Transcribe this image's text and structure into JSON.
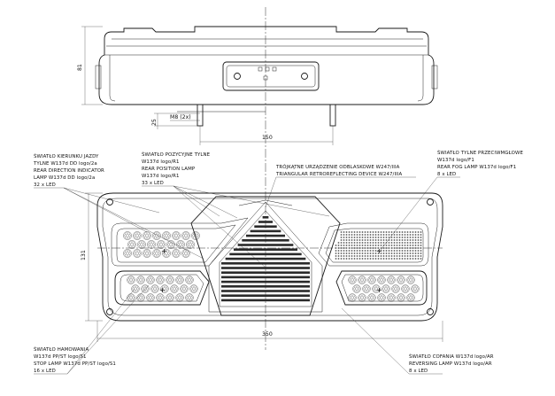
{
  "top_view": {
    "height_dim": "81",
    "connector_dim": "25",
    "thread_label": "M8 (2x)",
    "stud_spacing_dim": "150"
  },
  "front_view": {
    "height_dim": "131",
    "width_dim": "350"
  },
  "callouts": {
    "indicator": {
      "line1": "ŚWIATŁO KIERUNKU JAZDY",
      "line2": "TYLNE W137d DD logo/2a",
      "line3": "REAR DIRECTION INDICATOR",
      "line4": "LAMP W137d DD logo/2a",
      "line5": "32 x LED"
    },
    "position": {
      "line1": "ŚWIATŁO POZYCYJNE TYLNE",
      "line2": "W137d logo/R1",
      "line3": "REAR POSITION LAMP",
      "line4": "W137d logo/R1",
      "line5": "33 x LED"
    },
    "reflector": {
      "line1": "TRÓJKĄTNE URZĄDZENIE ODBLASKOWE W247/IIIA",
      "line2": "TRIANGULAR RETROREFLECTING DEVICE W247/IIIA"
    },
    "fog": {
      "line1": "ŚWIATŁO TYLNE PRZECIWMGŁOWE",
      "line2": "W137d logo/F1",
      "line3": "REAR FOG LAMP W137d logo/F1",
      "line4": "8 x LED"
    },
    "stop": {
      "line1": "ŚWIATŁO HAMOWANIA",
      "line2": "W137d PP/ST logo/S1",
      "line3": "STOP LAMP W137d PP/ST logo/S1",
      "line4": "16 x LED"
    },
    "reverse": {
      "line1": "ŚWIATŁO COFANIA W137d logo/AR",
      "line2": "REVERSING LAMP W137d logo/AR",
      "line3": "8 x LED"
    }
  }
}
